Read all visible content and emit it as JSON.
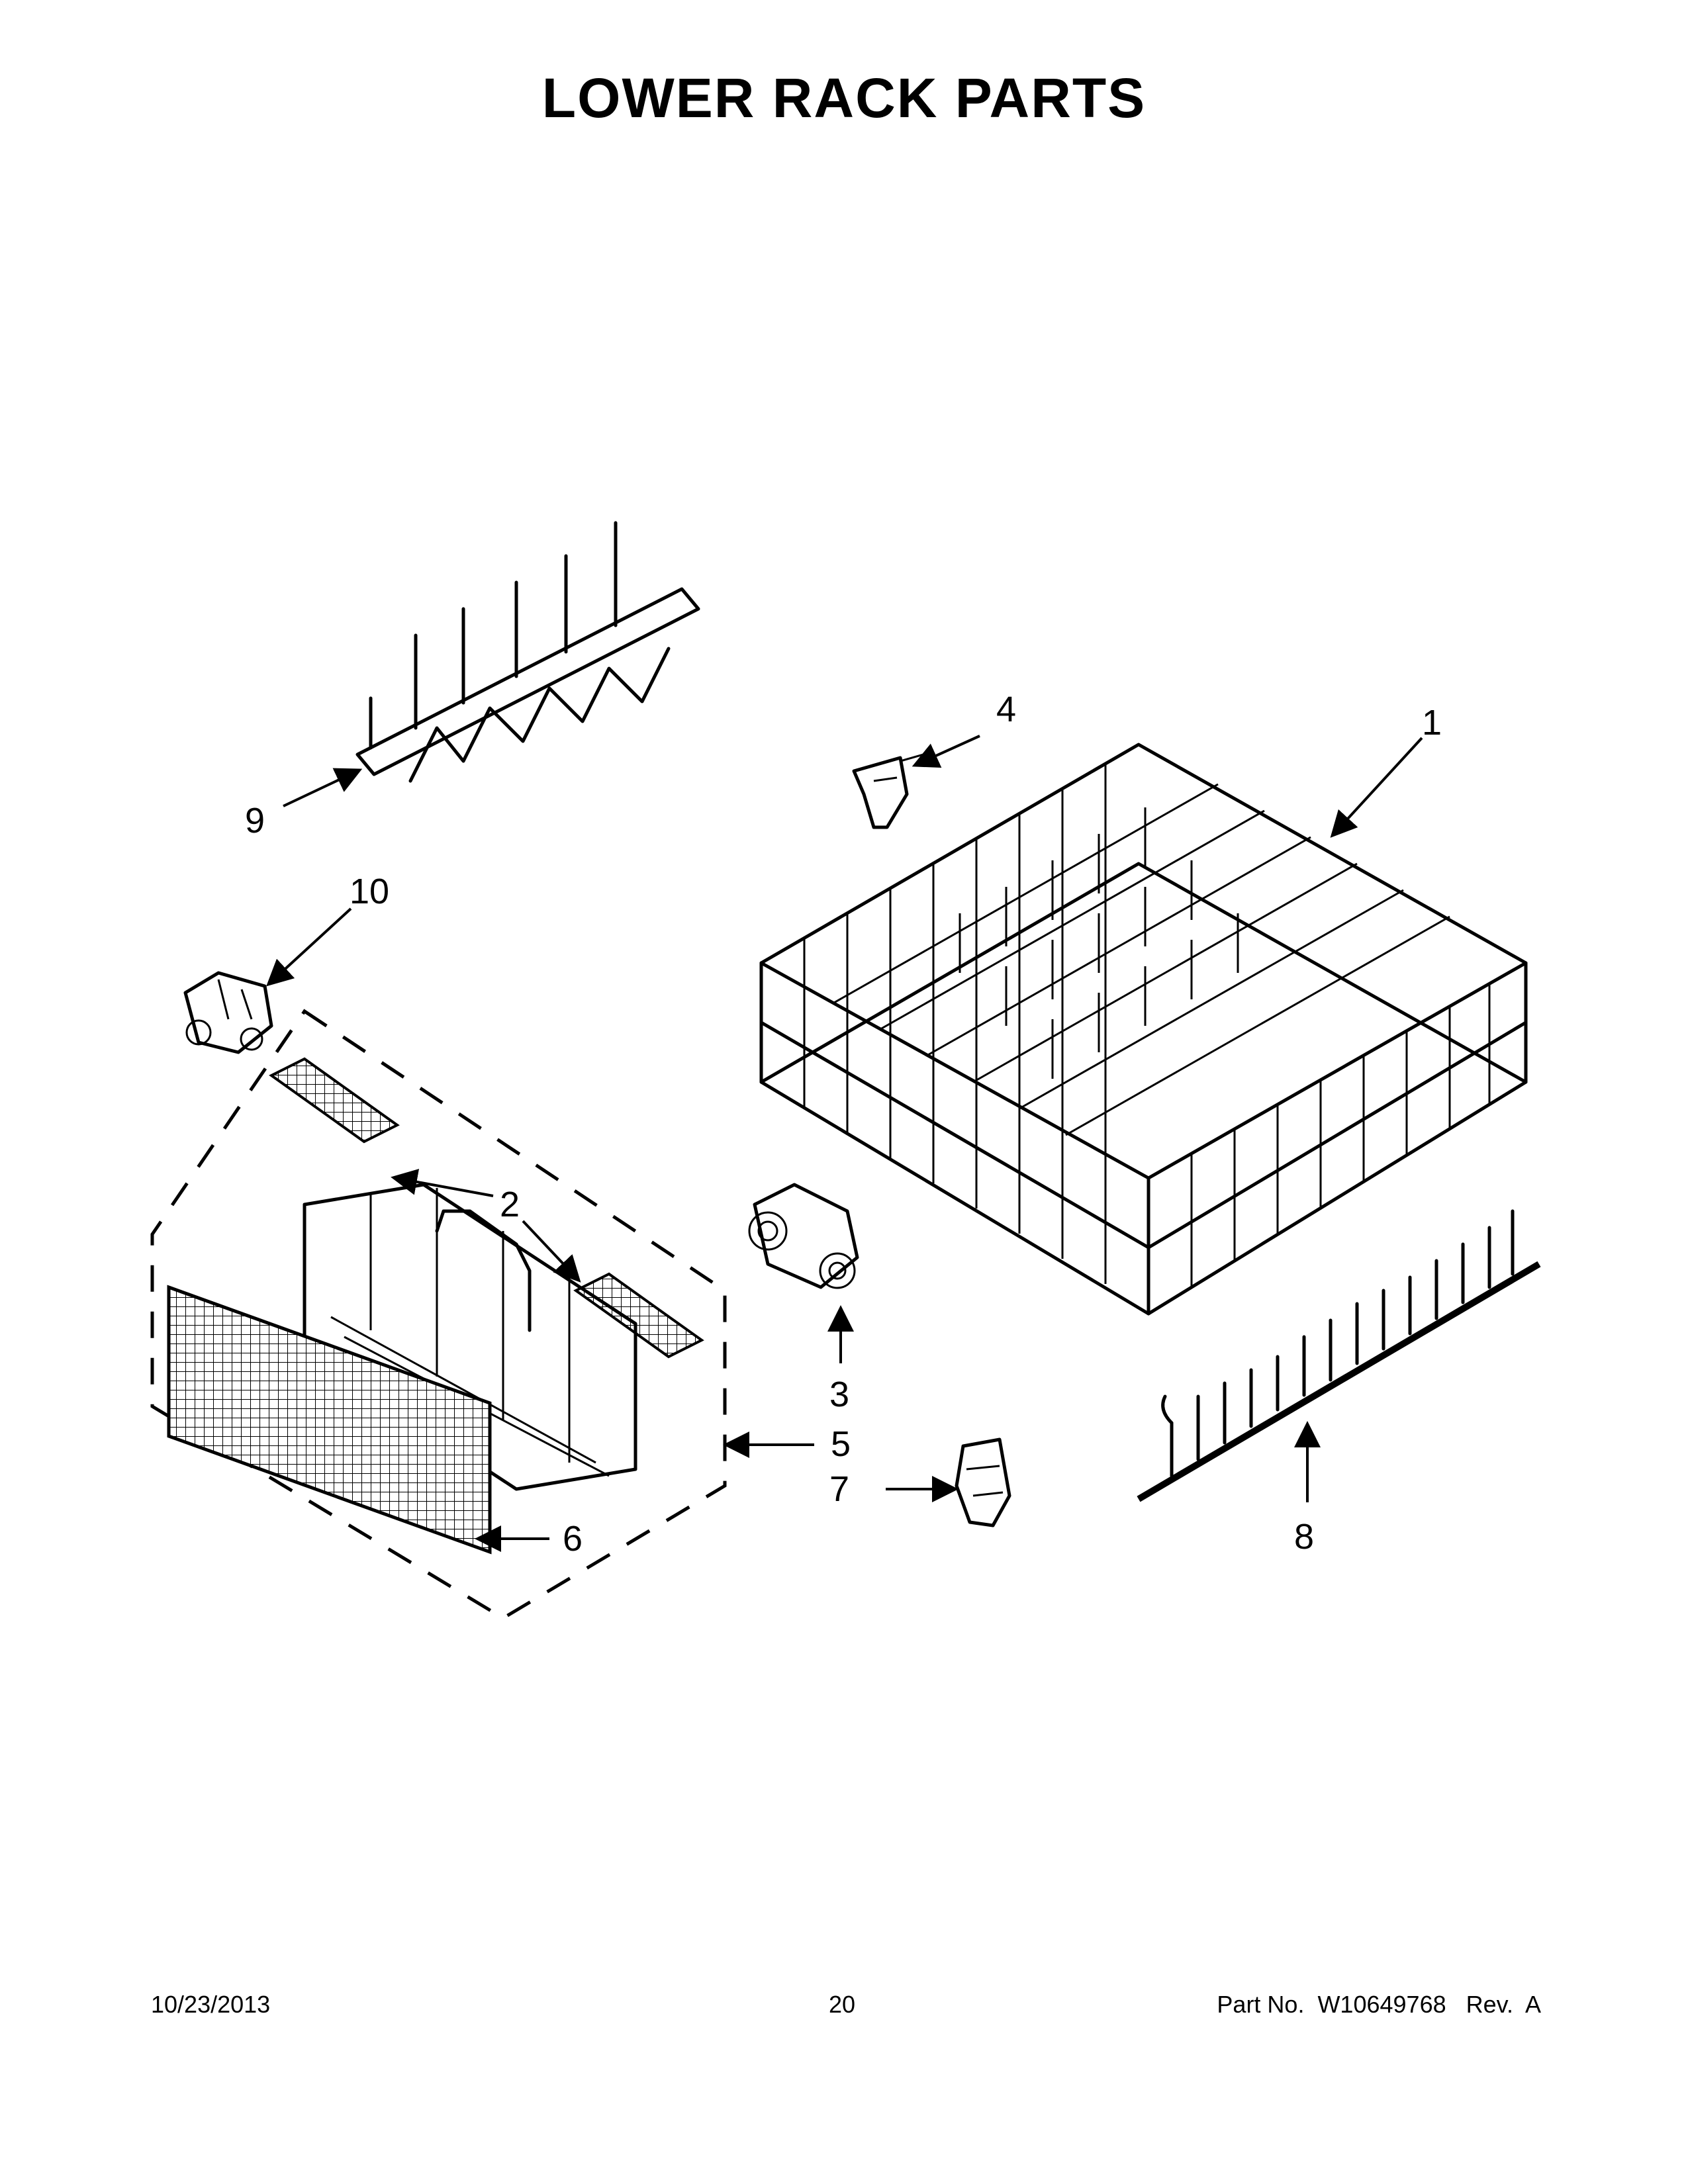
{
  "title": "LOWER RACK PARTS",
  "callouts": {
    "c1": "1",
    "c2": "2",
    "c3": "3",
    "c4": "4",
    "c5": "5",
    "c6": "6",
    "c7": "7",
    "c8": "8",
    "c9": "9",
    "c10": "10"
  },
  "footer": {
    "date": "10/23/2013",
    "page": "20",
    "part_number": "Part No.  W10649768   Rev.  A"
  }
}
